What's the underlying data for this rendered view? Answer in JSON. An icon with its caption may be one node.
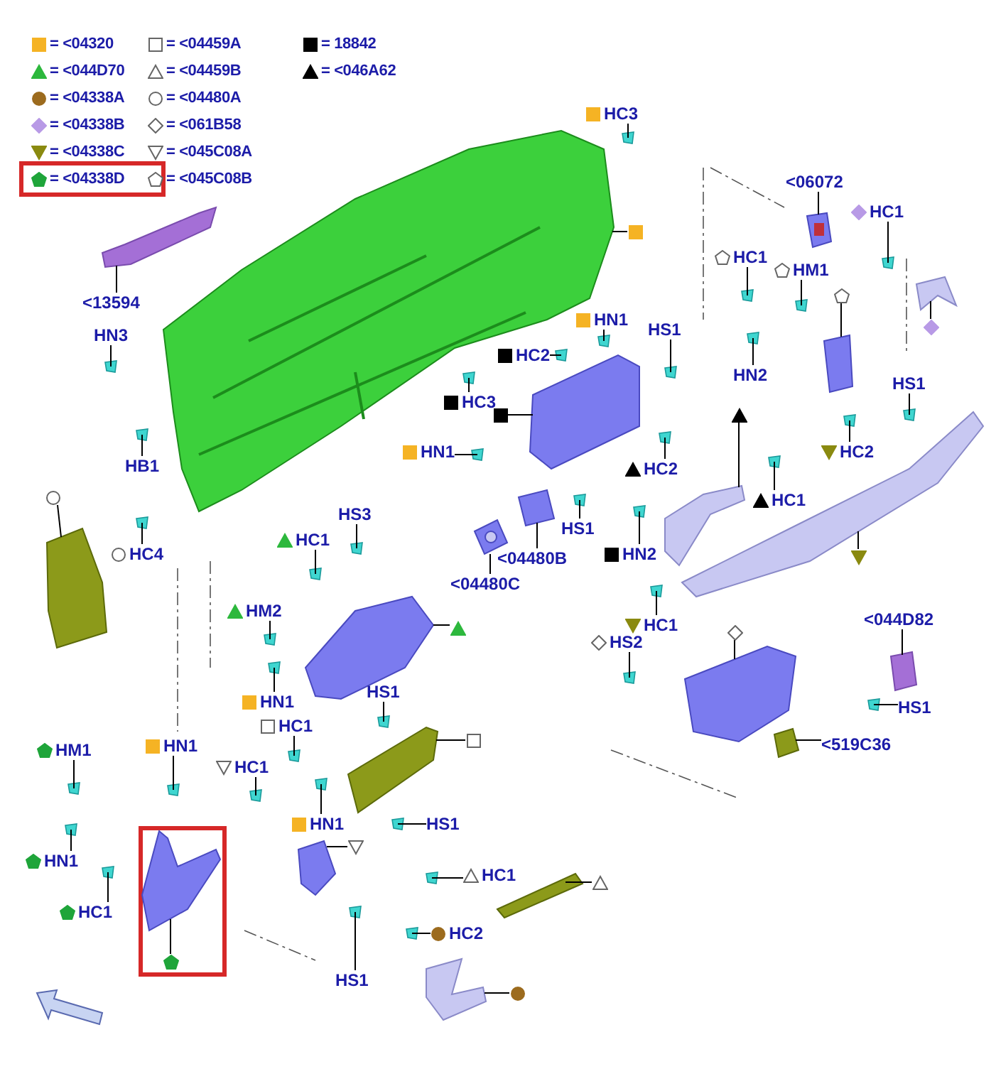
{
  "diagram": {
    "nodes": [
      {
        "text": [
          "<13594"
        ]
      },
      {
        "text": [
          "HN3"
        ]
      },
      {
        "text": [
          "HB1"
        ]
      },
      {
        "text": [
          "HC4"
        ]
      },
      {
        "text": [],
        "shape": "circle"
      },
      {
        "text": [
          "HC3"
        ]
      },
      {
        "text": [],
        "shape": "square"
      },
      {
        "text": [
          "HN1"
        ]
      },
      {
        "text": [
          "HC2"
        ]
      },
      {
        "text": [
          "HS1"
        ]
      },
      {
        "text": [
          "HC3"
        ]
      },
      {
        "text": [],
        "shape": "square"
      },
      {
        "text": [
          "HN1"
        ]
      },
      {
        "text": [
          "HC2"
        ]
      },
      {
        "text": [],
        "shape": "triangle"
      },
      {
        "text": [
          "HC1"
        ]
      },
      {
        "text": [
          "<06072"
        ]
      },
      {
        "text": [
          "HC1"
        ]
      },
      {
        "text": [
          "HC1"
        ]
      },
      {
        "text": [
          "HM1"
        ]
      },
      {
        "text": [],
        "shape": "pentagon"
      },
      {
        "text": [],
        "shape": "diamond"
      },
      {
        "text": [
          "HN2"
        ]
      },
      {
        "text": [
          "HS1"
        ]
      },
      {
        "text": [
          "HC2"
        ]
      },
      {
        "text": [],
        "shape": "triangle"
      },
      {
        "text": [
          "HS3"
        ]
      },
      {
        "text": [
          "HC1"
        ]
      },
      {
        "text": [
          "HM2"
        ]
      },
      {
        "text": [],
        "shape": "triangle"
      },
      {
        "text": [
          "<04480B"
        ]
      },
      {
        "text": [
          "<04480C"
        ]
      },
      {
        "text": [
          "HS1"
        ]
      },
      {
        "text": [
          "HN2"
        ]
      },
      {
        "text": [
          "HC1"
        ]
      },
      {
        "text": [
          "HS1"
        ]
      },
      {
        "text": [
          "HN1"
        ]
      },
      {
        "text": [
          "HS2"
        ]
      },
      {
        "text": [],
        "shape": "diamond"
      },
      {
        "text": [
          "<044D82"
        ]
      },
      {
        "text": [
          "HS1"
        ]
      },
      {
        "text": [
          "<519C36"
        ]
      },
      {
        "text": [
          "HC1"
        ]
      },
      {
        "text": [],
        "shape": "square"
      },
      {
        "text": [
          "HM1"
        ]
      },
      {
        "text": [
          "HN1"
        ]
      },
      {
        "text": [
          "HC1"
        ]
      },
      {
        "text": [
          "HN1"
        ]
      },
      {
        "text": [],
        "shape": "triangle"
      },
      {
        "text": [
          "HS1"
        ]
      },
      {
        "text": [
          "HC1"
        ]
      },
      {
        "text": [],
        "shape": "triangle"
      },
      {
        "text": [
          "HN1"
        ]
      },
      {
        "text": [
          "HC1"
        ]
      },
      {
        "text": [],
        "shape": "pentagon"
      },
      {
        "text": [
          "HC2"
        ]
      },
      {
        "text": [
          "HS1"
        ]
      },
      {
        "text": [],
        "shape": "circle"
      },
      {
        "text": [],
        "shape": "picture"
      },
      {
        "text": [],
        "shape": "picture"
      },
      {
        "text": [],
        "shape": "picture"
      },
      {
        "text": [],
        "shape": "picture"
      },
      {
        "text": [],
        "shape": "picture"
      },
      {
        "text": [],
        "shape": "picture"
      },
      {
        "text": [],
        "shape": "picture"
      },
      {
        "text": [],
        "shape": "picture"
      },
      {
        "text": [],
        "shape": "picture"
      },
      {
        "text": [],
        "shape": "picture"
      },
      {
        "text": [],
        "shape": "picture"
      },
      {
        "text": [],
        "shape": "picture"
      },
      {
        "text": [],
        "shape": "picture"
      },
      {
        "text": [],
        "shape": "picture"
      },
      {
        "text": [],
        "shape": "picture"
      },
      {
        "text": [],
        "shape": "picture"
      },
      {
        "text": [],
        "shape": "picture"
      },
      {
        "text": [],
        "shape": "picture"
      },
      {
        "text": [],
        "shape": "picture"
      },
      {
        "text": [],
        "shape": "picture"
      }
    ],
    "edges": [
      {
        "from": 0,
        "to": 58,
        "arrow": "none"
      },
      {
        "from": 1,
        "to": null,
        "arrow": "none"
      },
      {
        "from": 2,
        "to": null,
        "arrow": "none"
      },
      {
        "from": 3,
        "to": null,
        "arrow": "none"
      },
      {
        "from": 4,
        "to": 60,
        "arrow": "none"
      },
      {
        "from": 5,
        "to": null,
        "arrow": "none"
      },
      {
        "from": 6,
        "to": 59,
        "arrow": "none"
      },
      {
        "from": 7,
        "to": null,
        "arrow": "none"
      },
      {
        "from": 8,
        "to": null,
        "arrow": "none"
      },
      {
        "from": 9,
        "to": null,
        "arrow": "none"
      },
      {
        "from": 10,
        "to": null,
        "arrow": "none"
      },
      {
        "from": 11,
        "to": 63,
        "arrow": "none"
      },
      {
        "from": 12,
        "to": null,
        "arrow": "none"
      },
      {
        "from": 13,
        "to": null,
        "arrow": "none"
      },
      {
        "from": 14,
        "to": 65,
        "arrow": "none"
      },
      {
        "from": 15,
        "to": null,
        "arrow": "none"
      },
      {
        "from": 16,
        "to": 61,
        "arrow": "none"
      },
      {
        "from": 17,
        "to": null,
        "arrow": "none"
      },
      {
        "from": 18,
        "to": null,
        "arrow": "none"
      },
      {
        "from": 19,
        "to": null,
        "arrow": "none"
      },
      {
        "from": 20,
        "to": 64,
        "arrow": "none"
      },
      {
        "from": 21,
        "to": 62,
        "arrow": "none"
      },
      {
        "from": 22,
        "to": null,
        "arrow": "none"
      },
      {
        "from": 23,
        "to": null,
        "arrow": "none"
      },
      {
        "from": 24,
        "to": null,
        "arrow": "none"
      },
      {
        "from": 25,
        "to": 66,
        "arrow": "none"
      },
      {
        "from": 26,
        "to": null,
        "arrow": "none"
      },
      {
        "from": 27,
        "to": null,
        "arrow": "none"
      },
      {
        "from": 28,
        "to": null,
        "arrow": "none"
      },
      {
        "from": 29,
        "to": 69,
        "arrow": "none"
      },
      {
        "from": 30,
        "to": 67,
        "arrow": "none"
      },
      {
        "from": 31,
        "to": 68,
        "arrow": "none"
      },
      {
        "from": 32,
        "to": null,
        "arrow": "none"
      },
      {
        "from": 33,
        "to": null,
        "arrow": "none"
      },
      {
        "from": 34,
        "to": null,
        "arrow": "none"
      },
      {
        "from": 35,
        "to": null,
        "arrow": "none"
      },
      {
        "from": 36,
        "to": null,
        "arrow": "none"
      },
      {
        "from": 37,
        "to": null,
        "arrow": "none"
      },
      {
        "from": 38,
        "to": 70,
        "arrow": "none"
      },
      {
        "from": 39,
        "to": 71,
        "arrow": "none"
      },
      {
        "from": 40,
        "to": null,
        "arrow": "none"
      },
      {
        "from": 41,
        "to": 72,
        "arrow": "none"
      },
      {
        "from": 42,
        "to": null,
        "arrow": "none"
      },
      {
        "from": 43,
        "to": 73,
        "arrow": "none"
      },
      {
        "from": 44,
        "to": null,
        "arrow": "none"
      },
      {
        "from": 45,
        "to": null,
        "arrow": "none"
      },
      {
        "from": 46,
        "to": null,
        "arrow": "none"
      },
      {
        "from": 47,
        "to": null,
        "arrow": "none"
      },
      {
        "from": 48,
        "to": 75,
        "arrow": "none"
      },
      {
        "from": 49,
        "to": null,
        "arrow": "none"
      },
      {
        "from": 50,
        "to": null,
        "arrow": "none"
      },
      {
        "from": 51,
        "to": 76,
        "arrow": "none"
      },
      {
        "from": 52,
        "to": null,
        "arrow": "none"
      },
      {
        "from": 53,
        "to": null,
        "arrow": "none"
      },
      {
        "from": 54,
        "to": 74,
        "arrow": "none"
      },
      {
        "from": 55,
        "to": null,
        "arrow": "none"
      },
      {
        "from": 56,
        "to": null,
        "arrow": "none"
      },
      {
        "from": 57,
        "to": 77,
        "arrow": "none"
      }
    ],
    "legend": [
      {
        "text": "= <04320",
        "color": "#f5b324"
      },
      {
        "text": "= <04459A"
      },
      {
        "text": "= 18842",
        "color": "#000000"
      },
      {
        "text": "= <044D70",
        "color": "#2db83d"
      },
      {
        "text": "= <04459B"
      },
      {
        "text": "= <046A62",
        "color": "#000000"
      },
      {
        "text": "= <04338A",
        "color": "#9c6b1e"
      },
      {
        "text": "= <04480A"
      },
      {
        "text": "= <04338B",
        "color": "#b89ae6"
      },
      {
        "text": "= <061B58"
      },
      {
        "text": "= <04338C",
        "color": "#8a8a10"
      },
      {
        "text": "= <045C08A"
      },
      {
        "text": "= <04338D",
        "color": "#1fa53a"
      },
      {
        "text": "= <045C08B"
      }
    ]
  }
}
